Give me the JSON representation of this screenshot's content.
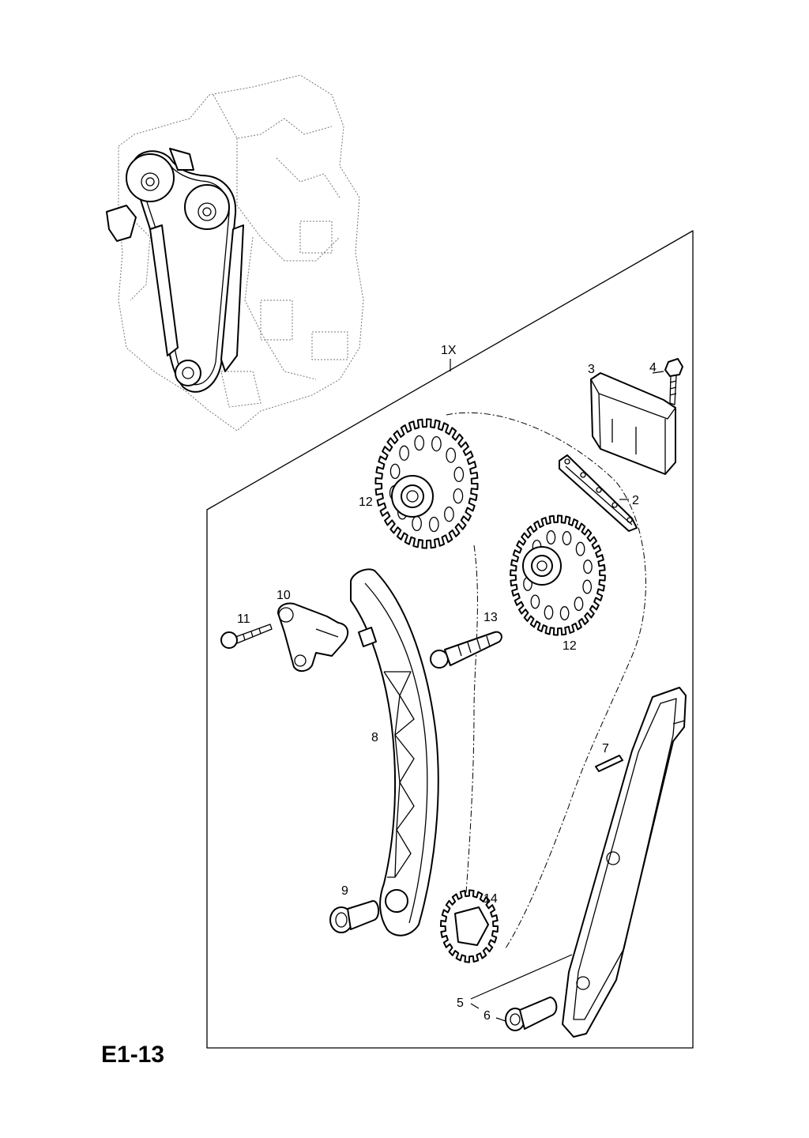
{
  "page_code": "E1-13",
  "callouts": {
    "c1": "1X",
    "c2": "2",
    "c3": "3",
    "c4": "4",
    "c5": "5",
    "c6": "6",
    "c7": "7",
    "c8": "8",
    "c9": "9",
    "c10": "10",
    "c11": "11",
    "c12a": "12",
    "c12b": "12",
    "c13": "13",
    "c14": "14"
  }
}
